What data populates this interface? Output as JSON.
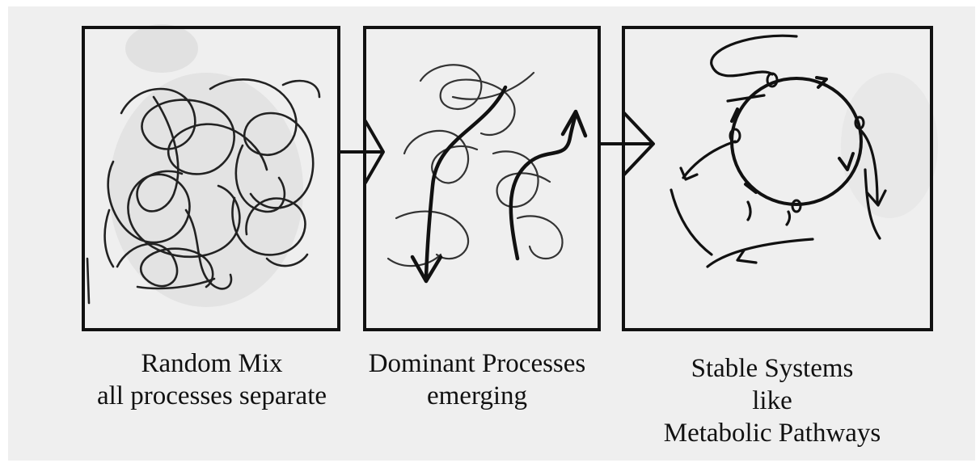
{
  "figure": {
    "panels": [
      {
        "id": "random",
        "caption_lines": [
          "Random Mix",
          "all processes separate"
        ]
      },
      {
        "id": "dominant",
        "caption_lines": [
          "Dominant Processes",
          "emerging"
        ]
      },
      {
        "id": "stable",
        "caption_lines": [
          "Stable Systems",
          "like",
          "Metabolic Pathways"
        ]
      }
    ]
  },
  "colors": {
    "ink": "#111111",
    "paper": "#efefef",
    "shade": "#d6d6d6"
  }
}
